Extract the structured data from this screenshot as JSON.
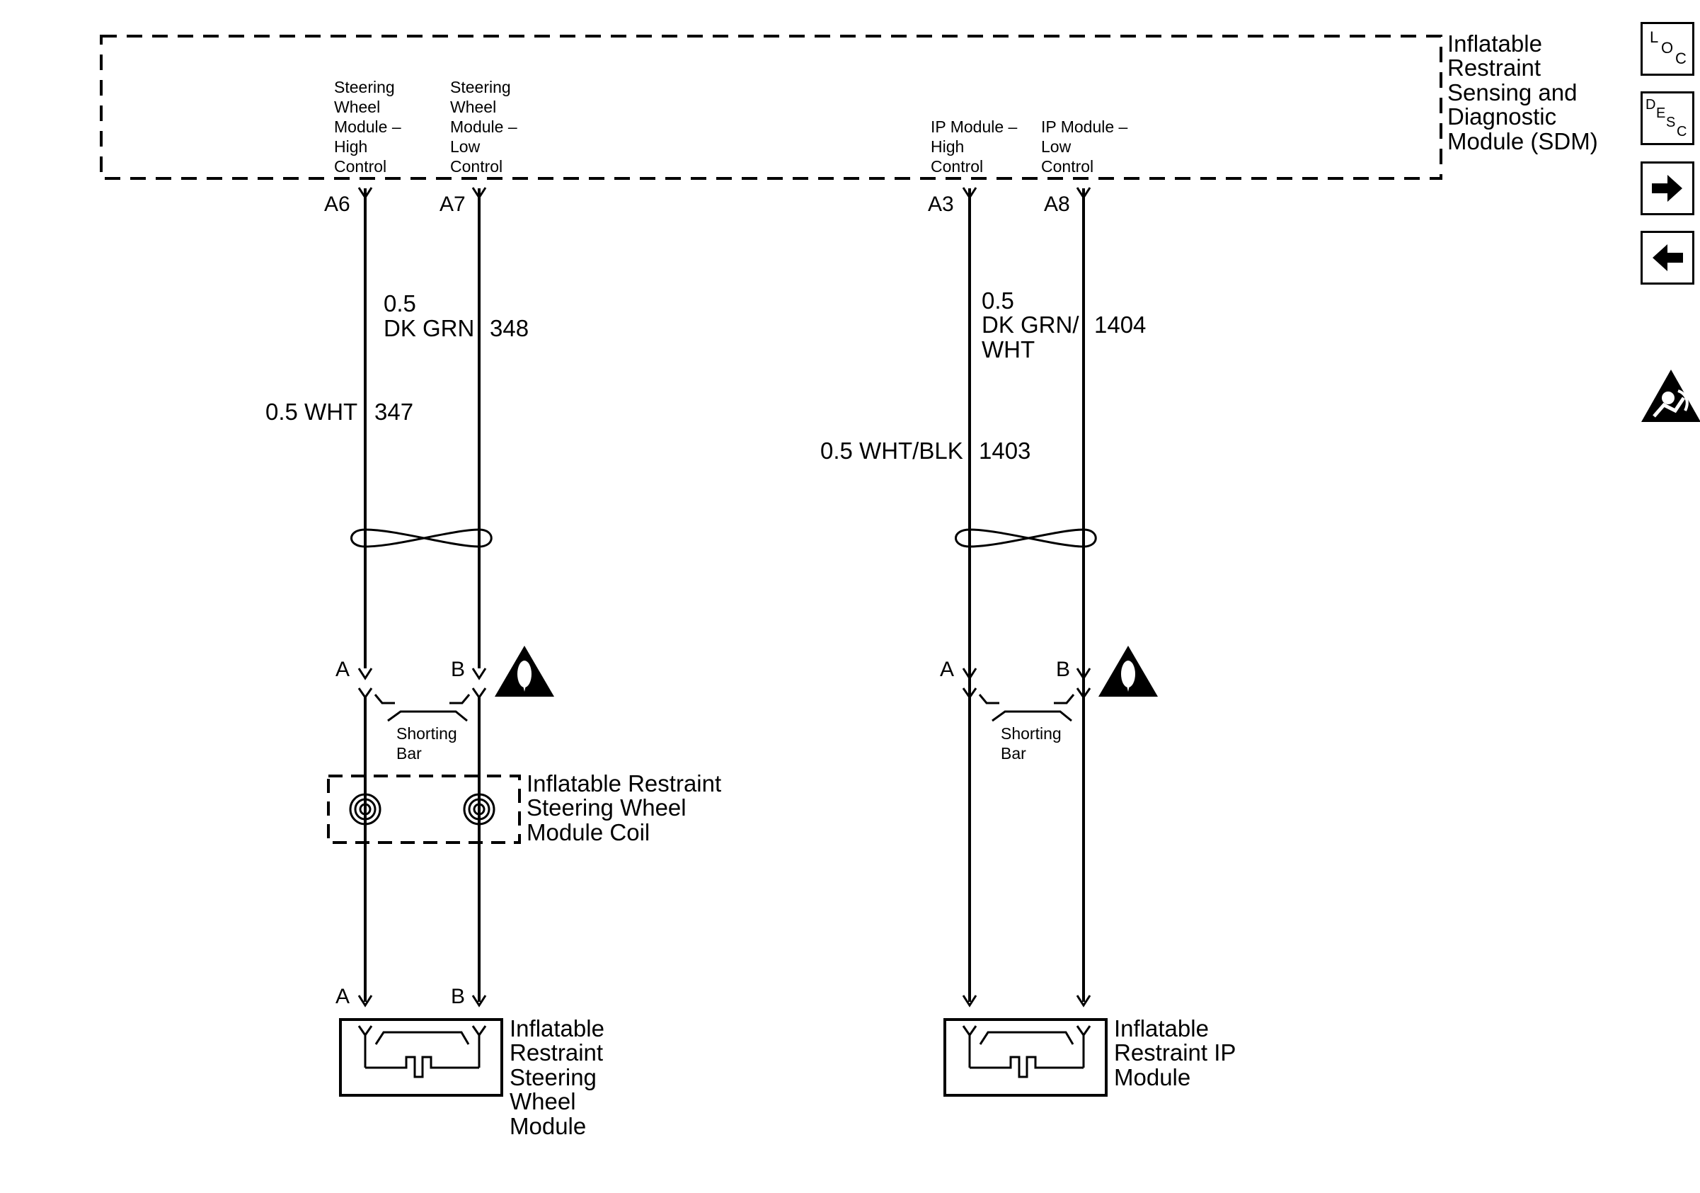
{
  "sdm": {
    "title_lines": [
      "Inflatable",
      "Restraint",
      "Sensing and",
      "Diagnostic",
      "Module (SDM)"
    ],
    "functions": {
      "steering_high": [
        "Steering",
        "Wheel",
        "Module –",
        "High",
        "Control"
      ],
      "steering_low": [
        "Steering",
        "Wheel",
        "Module –",
        "Low",
        "Control"
      ],
      "ip_high": [
        "IP Module –",
        "High",
        "Control"
      ],
      "ip_low": [
        "IP Module –",
        "Low",
        "Control"
      ]
    },
    "pins": {
      "a6": "A6",
      "a7": "A7",
      "a3": "A3",
      "a8": "A8"
    }
  },
  "wires": {
    "w347": {
      "color": "0.5 WHT",
      "circuit": "347"
    },
    "w348": {
      "size": "0.5",
      "color": "DK GRN",
      "circuit": "348"
    },
    "w1403": {
      "color": "0.5 WHT/BLK",
      "circuit": "1403"
    },
    "w1404": {
      "size": "0.5",
      "color_lines": [
        "DK GRN/",
        "WHT"
      ],
      "circuit": "1404"
    }
  },
  "connectors": {
    "steer_a": "A",
    "steer_b": "B",
    "ip_a": "A",
    "ip_b": "B",
    "steer_module_a": "A",
    "steer_module_b": "B"
  },
  "shorting_bar": [
    "Shorting",
    "Bar"
  ],
  "coil": [
    "Inflatable Restraint",
    "Steering Wheel",
    "Module Coil"
  ],
  "steering_module": [
    "Inflatable",
    "Restraint",
    "Steering",
    "Wheel",
    "Module"
  ],
  "ip_module": [
    "Inflatable",
    "Restraint IP",
    "Module"
  ],
  "side_icons": [
    "location-icon",
    "description-icon",
    "next-arrow-icon",
    "previous-arrow-icon",
    "airbag-warning-icon"
  ]
}
